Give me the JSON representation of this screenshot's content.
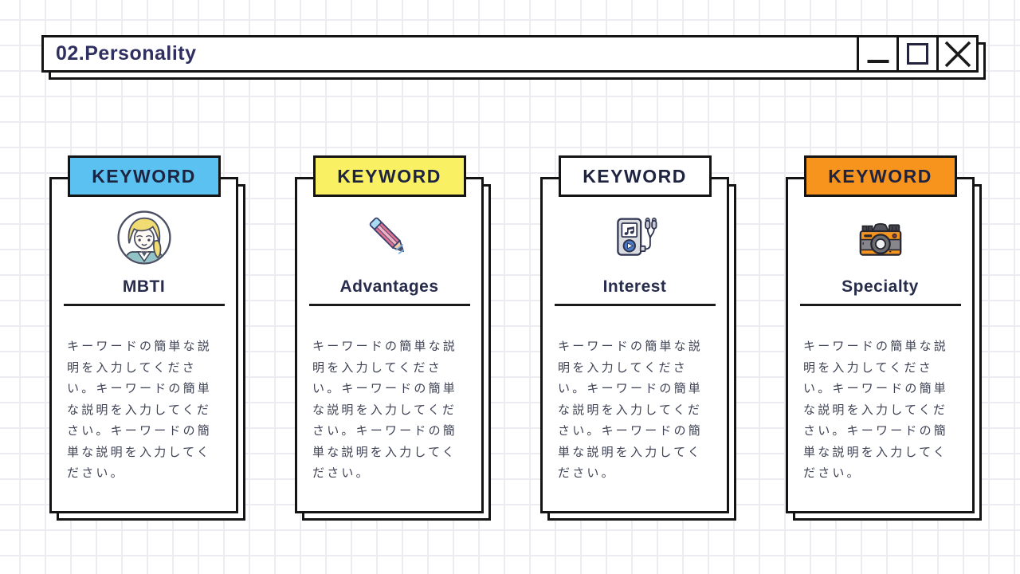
{
  "window": {
    "title": "02.Personality",
    "controls": {
      "minimize": "minimize-icon",
      "maximize": "maximize-icon",
      "close": "close-icon"
    }
  },
  "colors": {
    "frame_border": "#141414",
    "title_text": "#2f3060",
    "keyword_text": "#1e2340",
    "card_title_text": "#272c4c",
    "description_text": "#3e4254",
    "grid_line": "#ececf2",
    "tab_blue": "#5bc1f1",
    "tab_yellow": "#f9f163",
    "tab_white": "#ffffff",
    "tab_orange": "#f7941d"
  },
  "cards": [
    {
      "keyword_label": "KEYWORD",
      "tab_color": "#5bc1f1",
      "icon": "woman-avatar-icon",
      "title": "MBTI",
      "description": "キーワードの簡単な説\n明を入力してくださ\nい。キーワードの簡単\nな説明を入力してくだ\nさい。キーワードの簡\n単な説明を入力してく\nださい。"
    },
    {
      "keyword_label": "KEYWORD",
      "tab_color": "#f9f163",
      "icon": "pencil-icon",
      "title": "Advantages",
      "description": "キーワードの簡単な説\n明を入力してくださ\nい。キーワードの簡単\nな説明を入力してくだ\nさい。キーワードの簡\n単な説明を入力してく\nださい。"
    },
    {
      "keyword_label": "KEYWORD",
      "tab_color": "#ffffff",
      "icon": "music-player-icon",
      "title": "Interest",
      "description": "キーワードの簡単な説\n明を入力してくださ\nい。キーワードの簡単\nな説明を入力してくだ\nさい。キーワードの簡\n単な説明を入力してく\nださい。"
    },
    {
      "keyword_label": "KEYWORD",
      "tab_color": "#f7941d",
      "icon": "camera-icon",
      "title": "Specialty",
      "description": "キーワードの簡単な説\n明を入力してくださ\nい。キーワードの簡単\nな説明を入力してくだ\nさい。キーワードの簡\n単な説明を入力してく\nださい。"
    }
  ]
}
